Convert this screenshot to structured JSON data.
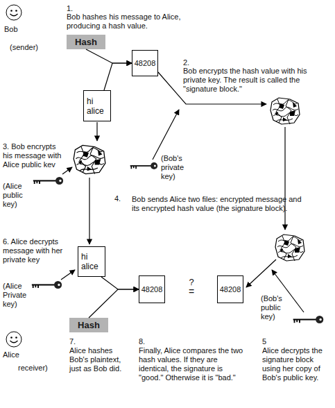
{
  "diagram": {
    "nodes": [
      {
        "text": [
          "Hash"
        ]
      },
      {
        "text": [
          "48208"
        ]
      },
      {
        "text": [
          "hi alice"
        ]
      },
      {
        "text": [
          "hi alice"
        ]
      },
      {
        "text": [
          "48208"
        ]
      },
      {
        "text": [
          "48208"
        ]
      },
      {
        "text": [
          "Hash"
        ]
      }
    ],
    "edges": [
      {
        "from": 0,
        "to": 1,
        "arrow": "to"
      },
      {
        "from": 2,
        "to": 1,
        "arrow": "to"
      },
      {
        "from": 3,
        "to": 4,
        "arrow": "to"
      },
      {
        "from": 6,
        "to": 4,
        "arrow": "to"
      }
    ],
    "labels": [
      "Bob",
      "(sender)",
      "1.",
      "Bob hashes his message to Alice, producing a hash value.",
      "2.",
      "Bob encrypts the hash value with his private key. The result is called the \"signature block.\"",
      "3. Bob encrypts his message with Alice public kev",
      "(Bob's private key)",
      "(Alice public key)",
      "4.",
      "Bob sends Alice two files: encrypted message and its encrypted hash value (the signature block).",
      "6. Alice decrypts message with her private key",
      "(Alice Private key)",
      "?",
      "=",
      "(Bob's public key)",
      "Alice",
      "receiver)",
      "7.",
      "Alice hashes Bob's plaintext, just as Bob did.",
      "8.",
      "Finally, Alice compares the two hash values. If they are identical, the signature is \"good.\" Otherwise it is \"bad.\"",
      "5",
      "Alice decrypts the signature block using her copy of Bob's public key."
    ]
  }
}
